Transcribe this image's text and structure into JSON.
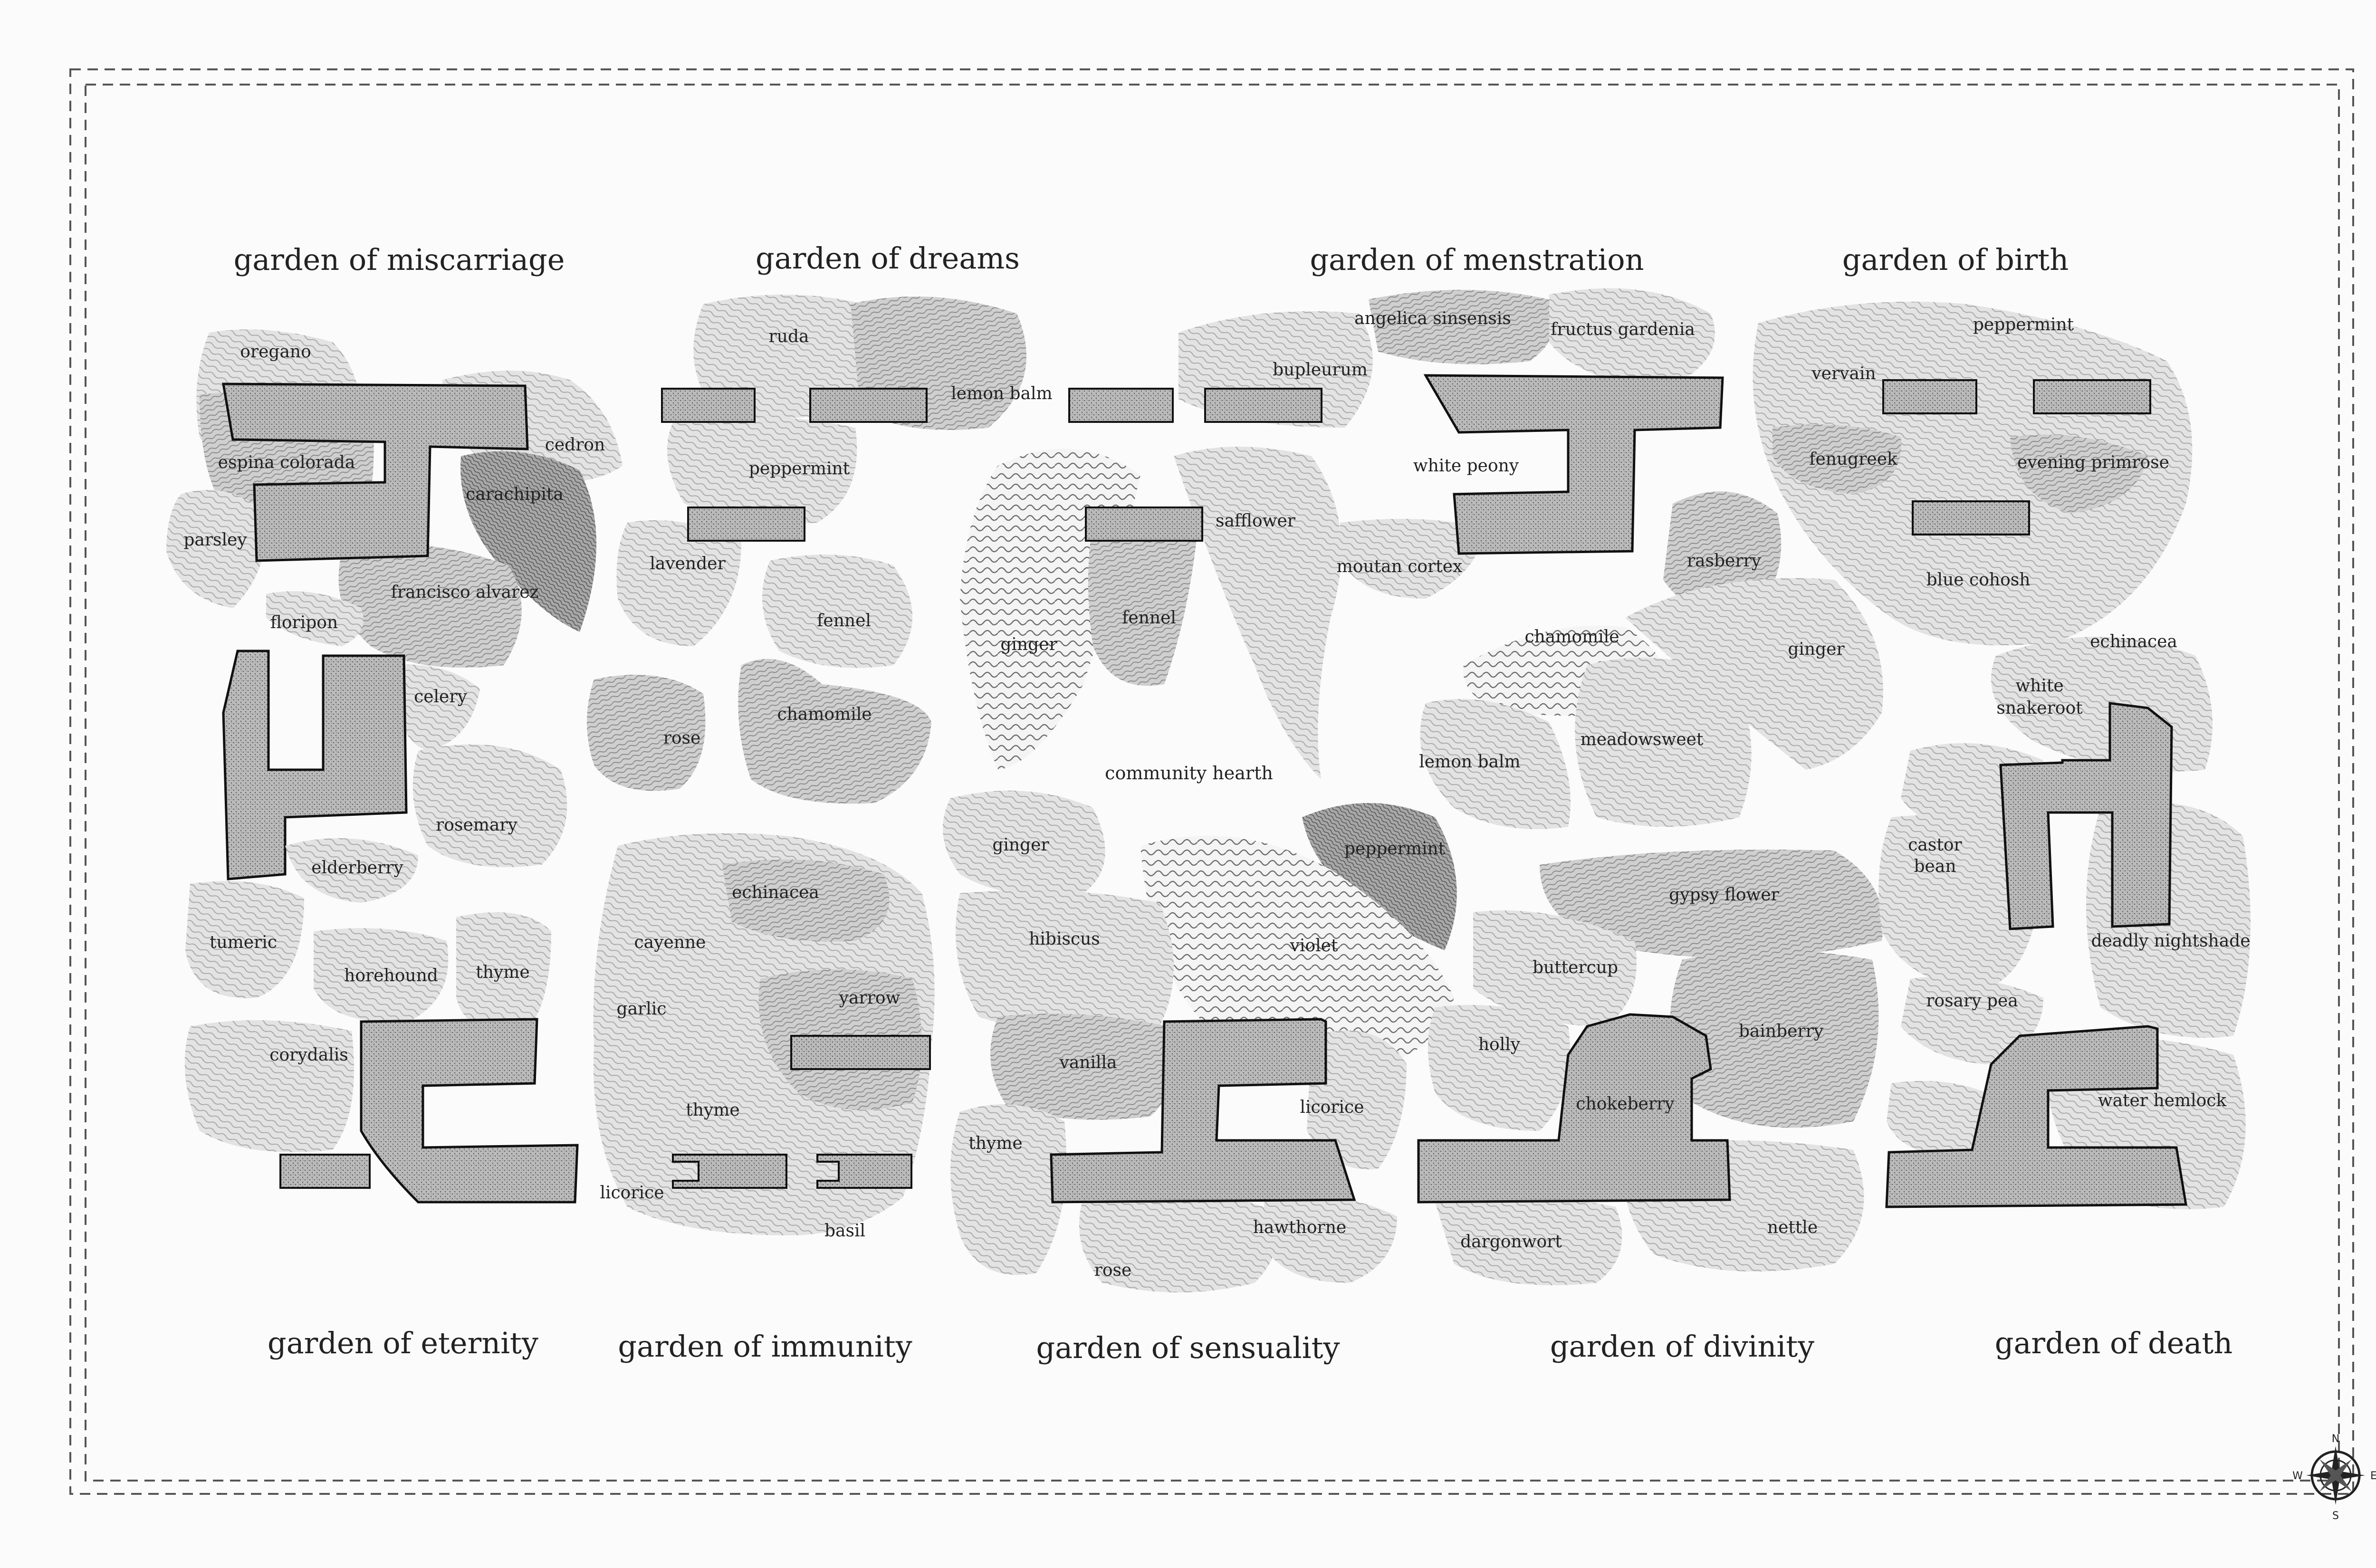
{
  "gardens": [
    {
      "key": "miscarriage",
      "title": "garden of miscarriage",
      "plants": [
        "oregano",
        "cedron",
        "espina colorada",
        "carachipita",
        "parsley",
        "francisco alvarez",
        "floripon",
        "celery"
      ]
    },
    {
      "key": "dreams",
      "title": "garden of dreams",
      "plants": [
        "ruda",
        "lemon balm",
        "peppermint",
        "lavender",
        "fennel",
        "rose",
        "chamomile"
      ]
    },
    {
      "key": "menstration",
      "title": "garden of menstration",
      "plants": [
        "angelica sinsensis",
        "fructus gardenia",
        "bupleurum",
        "white peony",
        "safflower",
        "ginger",
        "fennel",
        "moutan cortex"
      ]
    },
    {
      "key": "birth",
      "title": "garden of birth",
      "plants": [
        "peppermint",
        "vervain",
        "fenugreek",
        "evening primrose",
        "rasberry",
        "blue cohosh",
        "chamomile",
        "ginger",
        "lemon balm",
        "meadowsweet"
      ]
    },
    {
      "key": "eternity",
      "title": "garden of eternity",
      "plants": [
        "rosemary",
        "elderberry",
        "tumeric",
        "horehound",
        "thyme",
        "corydalis"
      ]
    },
    {
      "key": "immunity",
      "title": "garden of immunity",
      "plants": [
        "echinacea",
        "cayenne",
        "garlic",
        "yarrow",
        "thyme",
        "licorice",
        "basil"
      ]
    },
    {
      "key": "sensuality",
      "title": "garden of sensuality",
      "plants": [
        "ginger",
        "peppermint",
        "hibiscus",
        "violet",
        "vanilla",
        "licorice",
        "thyme",
        "hawthorne",
        "rose"
      ]
    },
    {
      "key": "divinity",
      "title": "garden of divinity",
      "plants": [
        "gypsy flower",
        "buttercup",
        "holly",
        "bainberry",
        "chokeberry",
        "dargonwort",
        "nettle"
      ]
    },
    {
      "key": "death",
      "title": "garden of death",
      "plants": [
        "echinacea",
        "white snakeroot",
        "castor bean",
        "deadly nightshade",
        "rosary pea",
        "water hemlock"
      ]
    }
  ],
  "center": {
    "label": "community hearth"
  },
  "compass": {
    "n": "N",
    "e": "E",
    "s": "S",
    "w": "W"
  },
  "colors": {
    "ink": "#222222",
    "bed_light": "#d8d8d8",
    "bed_mid": "#bdbdbd",
    "bed_dark": "#9a9a9a",
    "background": "#fbfbfb"
  }
}
